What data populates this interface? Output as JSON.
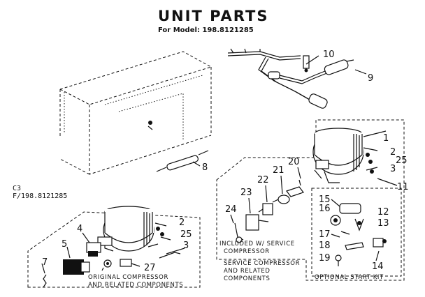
{
  "header": {
    "title": "UNIT PARTS",
    "model_line": "For Model: 198.8121285"
  },
  "side_ref": {
    "line1": "C3",
    "line2": "F/198.8121285"
  },
  "parts": {
    "p1": "1",
    "p2": "2",
    "p3": "3",
    "p4": "4",
    "p5": "5",
    "p7": "7",
    "p8": "8",
    "p9": "9",
    "p10": "10",
    "p11": "11",
    "p12": "12",
    "p13": "13",
    "p14": "14",
    "p15": "15",
    "p16": "16",
    "p17": "17",
    "p18": "18",
    "p19": "19",
    "p20": "20",
    "p21": "21",
    "p22": "22",
    "p23": "23",
    "p24": "24",
    "p25": "25",
    "p27": "27"
  },
  "captions": {
    "original_1": "ORIGINAL COMPRESSOR",
    "original_2": "AND RELATED COMPONENTS",
    "included_1": "INCLUDED W/ SERVICE",
    "included_2": "COMPRESSOR",
    "service_1": "SERVICE COMPRESSOR",
    "service_2": "AND RELATED",
    "service_3": "COMPONENTS",
    "start_kit": "OPTIONAL START KIT"
  }
}
